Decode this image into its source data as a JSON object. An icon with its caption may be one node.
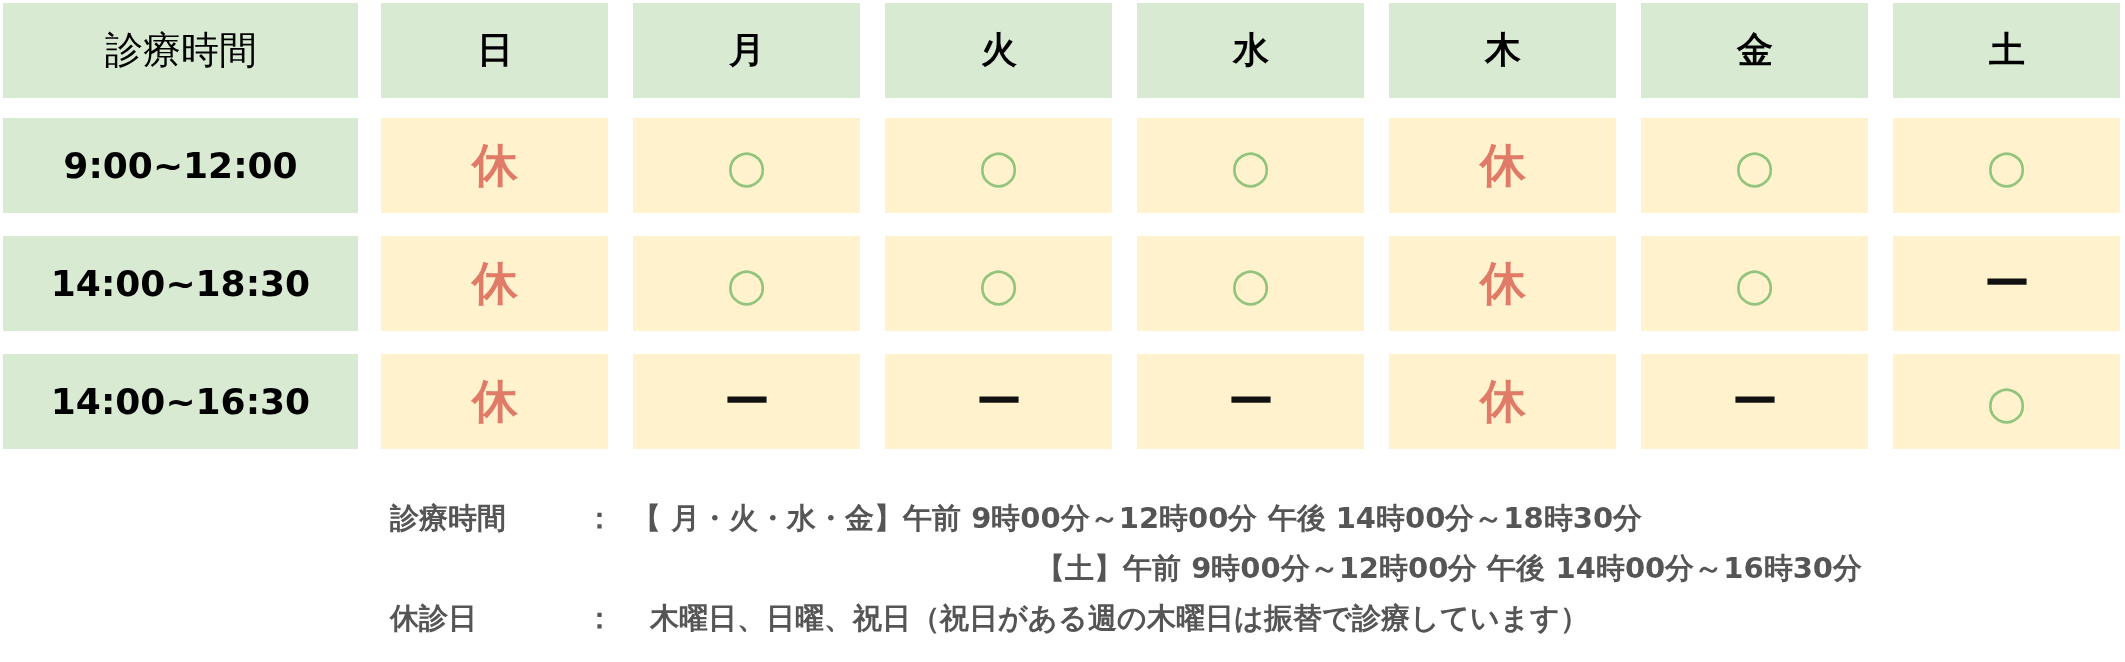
{
  "diagram": {
    "nodes": [
      {
        "text": [
          "診療時間"
        ]
      },
      {
        "text": [
          "日"
        ]
      },
      {
        "text": [
          "月"
        ]
      },
      {
        "text": [
          "火"
        ]
      },
      {
        "text": [
          "水"
        ]
      },
      {
        "text": [
          "木"
        ]
      },
      {
        "text": [
          "金"
        ]
      },
      {
        "text": [
          "土"
        ]
      },
      {
        "text": [
          "9:00~12:00"
        ]
      },
      {
        "text": [
          "休"
        ]
      },
      {
        "text": [
          "○"
        ]
      },
      {
        "text": [
          "○"
        ]
      },
      {
        "text": [
          "○"
        ]
      },
      {
        "text": [
          "休"
        ]
      },
      {
        "text": [
          "○"
        ]
      },
      {
        "text": [
          "○"
        ]
      },
      {
        "text": [
          "14:00~18:30"
        ]
      },
      {
        "text": [
          "休"
        ]
      },
      {
        "text": [
          "○"
        ]
      },
      {
        "text": [
          "○"
        ]
      },
      {
        "text": [
          "○"
        ]
      },
      {
        "text": [
          "休"
        ]
      },
      {
        "text": [
          "○"
        ]
      },
      {
        "text": [
          "ー"
        ]
      },
      {
        "text": [
          "14:00~16:30"
        ]
      },
      {
        "text": [
          "休"
        ]
      },
      {
        "text": [
          "ー"
        ]
      },
      {
        "text": [
          "ー"
        ]
      },
      {
        "text": [
          "ー"
        ]
      },
      {
        "text": [
          "休"
        ]
      },
      {
        "text": [
          "ー"
        ]
      },
      {
        "text": [
          "○"
        ]
      }
    ],
    "labels": [
      "診療時間",
      "：",
      "【 月・火・水・金】午前 9時00分～12時00分 午後 14時00分～18時30分",
      "【土】午前 9時00分～12時00分 午後 14時00分～16時30分",
      "休診日",
      "：",
      "木曜日、日曜、祝日（祝日がある週の木曜日は振替で診療しています）"
    ]
  }
}
